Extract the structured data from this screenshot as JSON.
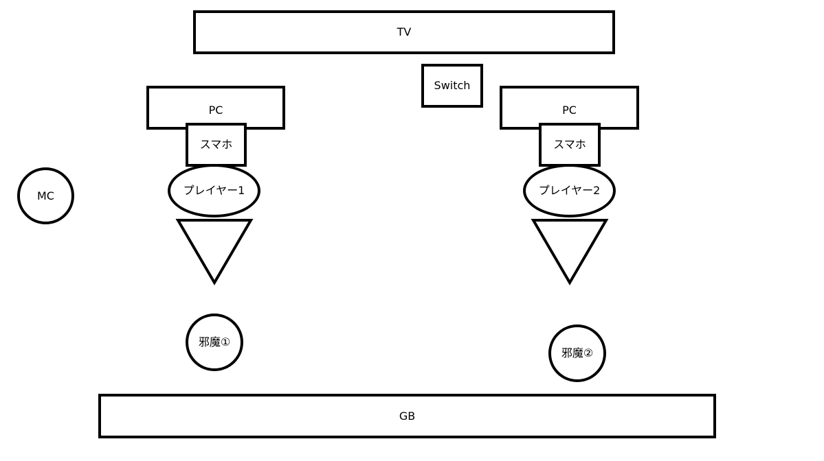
{
  "diagram": {
    "tv": "TV",
    "switch": "Switch",
    "left": {
      "pc": "PC",
      "smartphone": "スマホ",
      "player": "プレイヤー1",
      "obstacle": "邪魔①"
    },
    "right": {
      "pc": "PC",
      "smartphone": "スマホ",
      "player": "プレイヤー2",
      "obstacle": "邪魔②"
    },
    "mc": "MC",
    "gb": "GB"
  }
}
